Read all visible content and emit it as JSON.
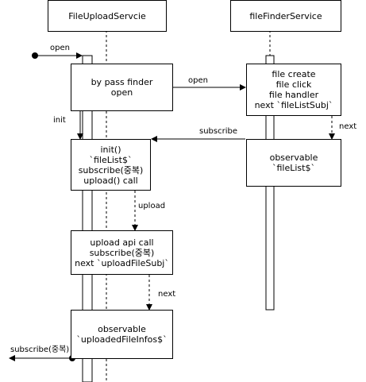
{
  "participants": {
    "upload_service": "FileUploadServcie",
    "finder_service": "fileFinderService"
  },
  "boxes": {
    "bypass": [
      "by pass finder",
      "open"
    ],
    "finder_ops": [
      "file create",
      "file click",
      "file handler",
      "next `fileListSubj`"
    ],
    "init": [
      "init()",
      "`fileList$`",
      "subscribe(중복)",
      "upload() call"
    ],
    "observable_filelist": [
      "observable",
      "`fileList$`"
    ],
    "upload_call": [
      "upload api call",
      "subscribe(중복)",
      "next `uploadFileSubj`"
    ],
    "observable_infos": [
      "observable",
      "`uploadedFileInfos$`"
    ]
  },
  "messages": {
    "open_in": "open",
    "open_to_finder": "open",
    "init": "init",
    "subscribe": "subscribe",
    "next_finder": "next",
    "upload": "upload",
    "next_upload": "next",
    "subscribe_out": "subscribe(중복)"
  }
}
